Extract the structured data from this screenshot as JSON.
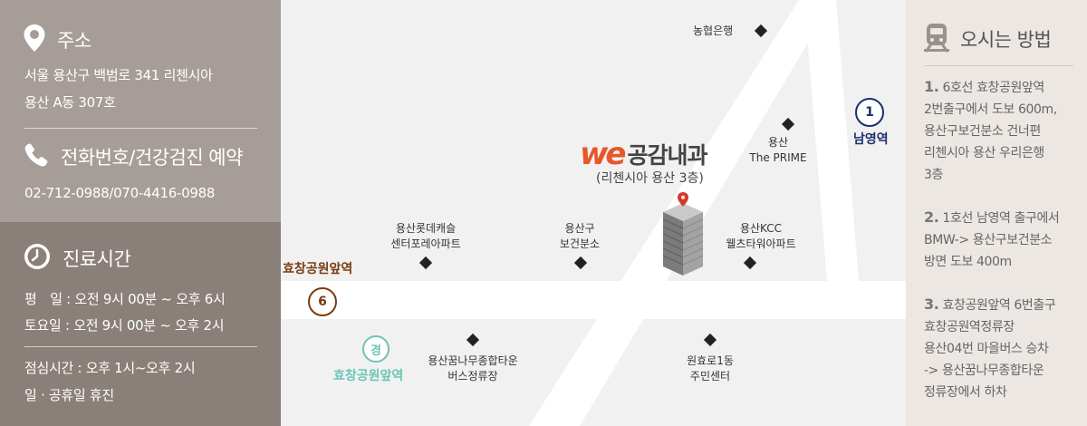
{
  "address": {
    "title": "주소",
    "line1": "서울 용산구 백범로 341 리첸시아",
    "line2": "용산 A동 307호",
    "icon": "map-pin-icon"
  },
  "phone": {
    "title": "전화번호/건강검진 예약",
    "number": "02-712-0988/070-4416-0988",
    "icon": "phone-icon"
  },
  "hours": {
    "title": "진료시간",
    "icon": "clock-icon",
    "weekday": "평　일 : 오전 9시 00분 ~ 오후 6시",
    "saturday": "토요일 : 오전 9시 00분 ~ 오후 2시",
    "lunch": "점심시간 : 오후 1시~오후 2시",
    "closed": "일 · 공휴일 휴진"
  },
  "map": {
    "clinic_logo": "we",
    "clinic_name": "공감내과",
    "clinic_sub": "(리첸시아 용산 3층)",
    "landmarks": {
      "nonghyup": "농협은행",
      "prime_1": "용산",
      "prime_2": "The PRIME",
      "lotte_1": "용산롯데캐슬",
      "lotte_2": "센터포레아파트",
      "health_1": "용산구",
      "health_2": "보건분소",
      "kcc_1": "용산KCC",
      "kcc_2": "웰츠타워아파트",
      "bus_1": "용산꿈나무종합타운",
      "bus_2": "버스정류장",
      "community_1": "원효로1동",
      "community_2": "주민센터"
    },
    "stations": {
      "namyeong_num": "1",
      "namyeong_name": "남영역",
      "hyochang_num": "6",
      "hyochang_name": "효창공원앞역",
      "gyeongui_mark": "경",
      "gyeongui_name": "효창공원앞역"
    },
    "colors": {
      "line1": "#1b2f6e",
      "line6": "#7a3b12",
      "gyeongui": "#6cc5b8",
      "logo": "#e8562a"
    }
  },
  "directions": {
    "title": "오시는 방법",
    "icon": "train-icon",
    "steps": [
      {
        "num": "1.",
        "lines": [
          "6호선 효창공원앞역",
          "2번출구에서 도보 600m,",
          "용산구보건분소 건너편",
          "리첸시아 용산 우리은행",
          "3층"
        ]
      },
      {
        "num": "2.",
        "lines": [
          "1호선 남영역 출구에서",
          "BMW-> 용산구보건분소",
          "방면 도보 400m"
        ]
      },
      {
        "num": "3.",
        "lines": [
          "효창공원앞역 6번출구",
          "효창공원역정류장",
          "용산04번 마을버스 승차",
          "-> 용산꿈나무종합타운",
          "정류장에서 하차"
        ]
      }
    ]
  }
}
